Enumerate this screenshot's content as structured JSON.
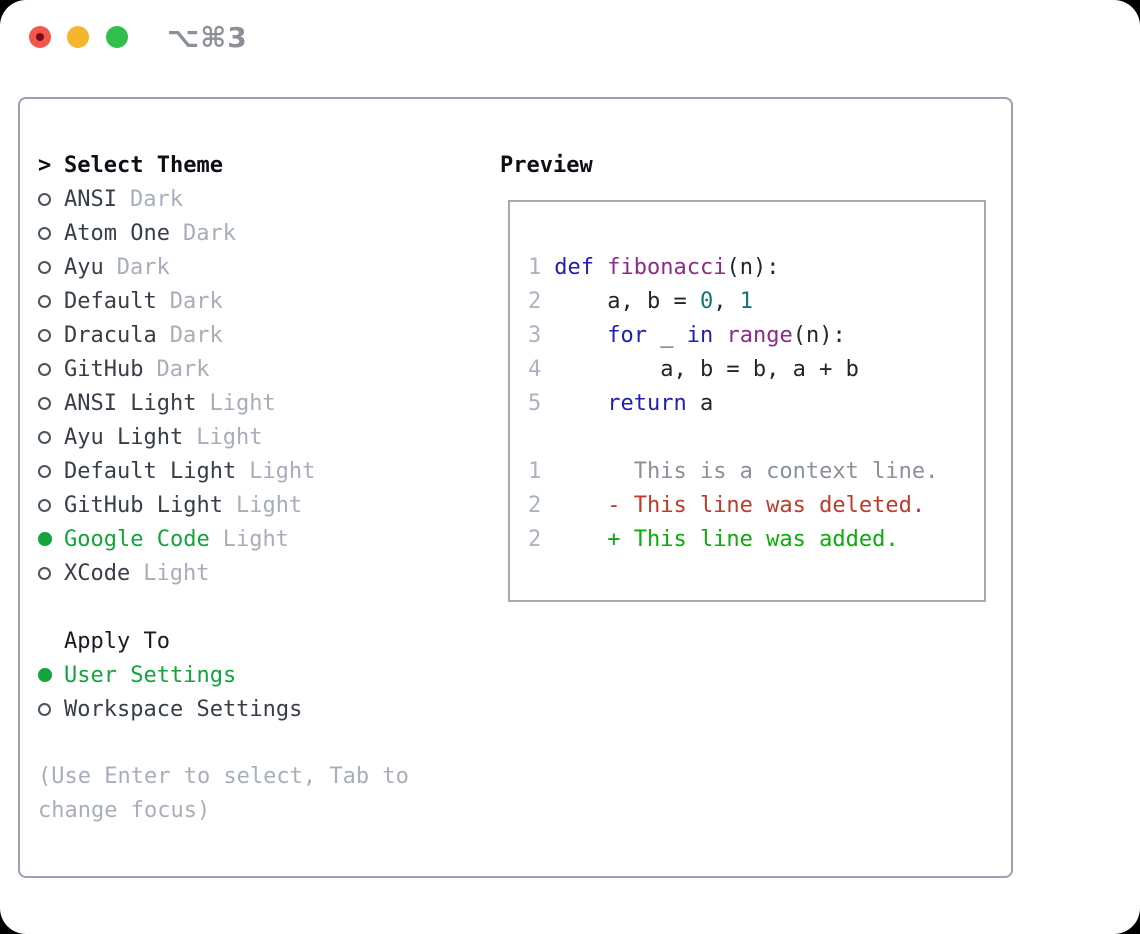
{
  "titlebar": {
    "shortcut": "⌥⌘3",
    "traffic_lights": {
      "close_color": "#f2564d",
      "minimize_color": "#f5b52d",
      "zoom_color": "#30bf4a"
    }
  },
  "theme_panel": {
    "cursor": ">",
    "header": "Select Theme",
    "themes": [
      {
        "name": "ANSI",
        "variant": "Dark",
        "selected": false
      },
      {
        "name": "Atom One",
        "variant": "Dark",
        "selected": false
      },
      {
        "name": "Ayu",
        "variant": "Dark",
        "selected": false
      },
      {
        "name": "Default",
        "variant": "Dark",
        "selected": false
      },
      {
        "name": "Dracula",
        "variant": "Dark",
        "selected": false
      },
      {
        "name": "GitHub",
        "variant": "Dark",
        "selected": false
      },
      {
        "name": "ANSI Light",
        "variant": "Light",
        "selected": false
      },
      {
        "name": "Ayu Light",
        "variant": "Light",
        "selected": false
      },
      {
        "name": "Default Light",
        "variant": "Light",
        "selected": false
      },
      {
        "name": "GitHub Light",
        "variant": "Light",
        "selected": false
      },
      {
        "name": "Google Code",
        "variant": "Light",
        "selected": true
      },
      {
        "name": "XCode",
        "variant": "Light",
        "selected": false
      }
    ],
    "apply_to": {
      "header": "Apply To",
      "options": [
        {
          "name": "User Settings",
          "selected": true
        },
        {
          "name": "Workspace Settings",
          "selected": false
        }
      ]
    },
    "help_text": "(Use Enter to select, Tab to\nchange focus)"
  },
  "preview": {
    "header": "Preview",
    "code_lines": [
      {
        "num": "1",
        "segments": [
          [
            "def",
            "keyword"
          ],
          [
            " ",
            "plain"
          ],
          [
            "fibonacci",
            "function"
          ],
          [
            "(n):",
            "plain"
          ]
        ]
      },
      {
        "num": "2",
        "segments": [
          [
            "    a, b = ",
            "plain"
          ],
          [
            "0",
            "literal"
          ],
          [
            ", ",
            "plain"
          ],
          [
            "1",
            "literal"
          ]
        ]
      },
      {
        "num": "3",
        "segments": [
          [
            "    ",
            "plain"
          ],
          [
            "for",
            "keyword"
          ],
          [
            " _ ",
            "plain"
          ],
          [
            "in",
            "keyword"
          ],
          [
            " ",
            "plain"
          ],
          [
            "range",
            "function"
          ],
          [
            "(n):",
            "plain"
          ]
        ]
      },
      {
        "num": "4",
        "segments": [
          [
            "        a, b = b, a + b",
            "plain"
          ]
        ]
      },
      {
        "num": "5",
        "segments": [
          [
            "    ",
            "plain"
          ],
          [
            "return",
            "keyword"
          ],
          [
            " a",
            "plain"
          ]
        ]
      },
      {
        "num": "",
        "segments": []
      },
      {
        "num": "1",
        "segments": [
          [
            "      This is a context line.",
            "context"
          ]
        ]
      },
      {
        "num": "2",
        "segments": [
          [
            "    - This line was deleted.",
            "deleted"
          ]
        ]
      },
      {
        "num": "2",
        "segments": [
          [
            "    + This line was added.",
            "added"
          ]
        ]
      }
    ]
  },
  "colors": {
    "accent_green": "#12a53b",
    "text_dark": "#373e48",
    "text_muted": "#a7aeb9",
    "help_gray": "#a8afb9",
    "lineno": "#aab3bf",
    "syntax": {
      "keyword": "#1f1fb4",
      "function": "#8e2a8e",
      "literal": "#0f7777",
      "plain": "#20262e",
      "context": "#8a9199",
      "deleted": "#c03a2b",
      "added": "#09ad09"
    }
  }
}
